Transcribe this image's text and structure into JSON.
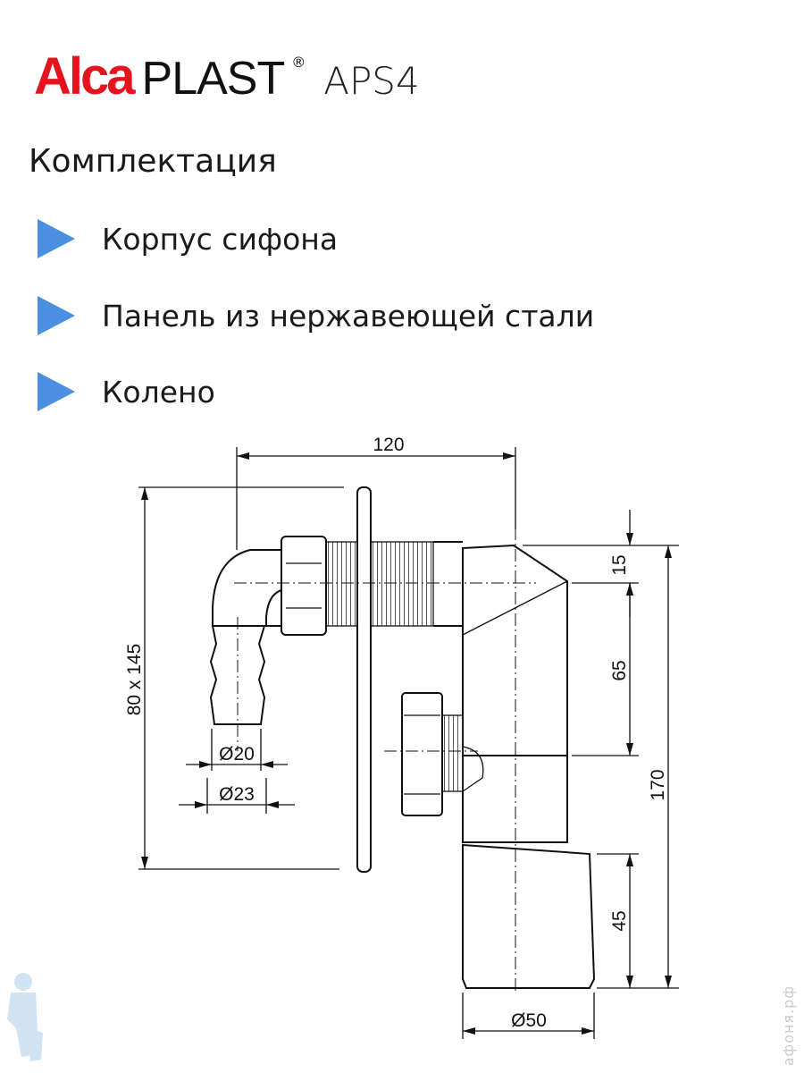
{
  "logo": {
    "brand_red": "Alca",
    "brand_black": "PLAST",
    "registered": "®",
    "model": "APS4"
  },
  "title": "Комплектация",
  "items": [
    {
      "label": "Корпус сифона"
    },
    {
      "label": "Панель из нержавеющей стали"
    },
    {
      "label": "Колено"
    }
  ],
  "dimensions": {
    "width": "120",
    "panel": "80 x 145",
    "d20": "Ø20",
    "d23": "Ø23",
    "top": "15",
    "mid": "65",
    "total": "170",
    "bottom": "45",
    "d50": "Ø50"
  },
  "watermark": "афоня.рф",
  "colors": {
    "brand": "#e3141d",
    "bullet": "#4a8fe0"
  }
}
